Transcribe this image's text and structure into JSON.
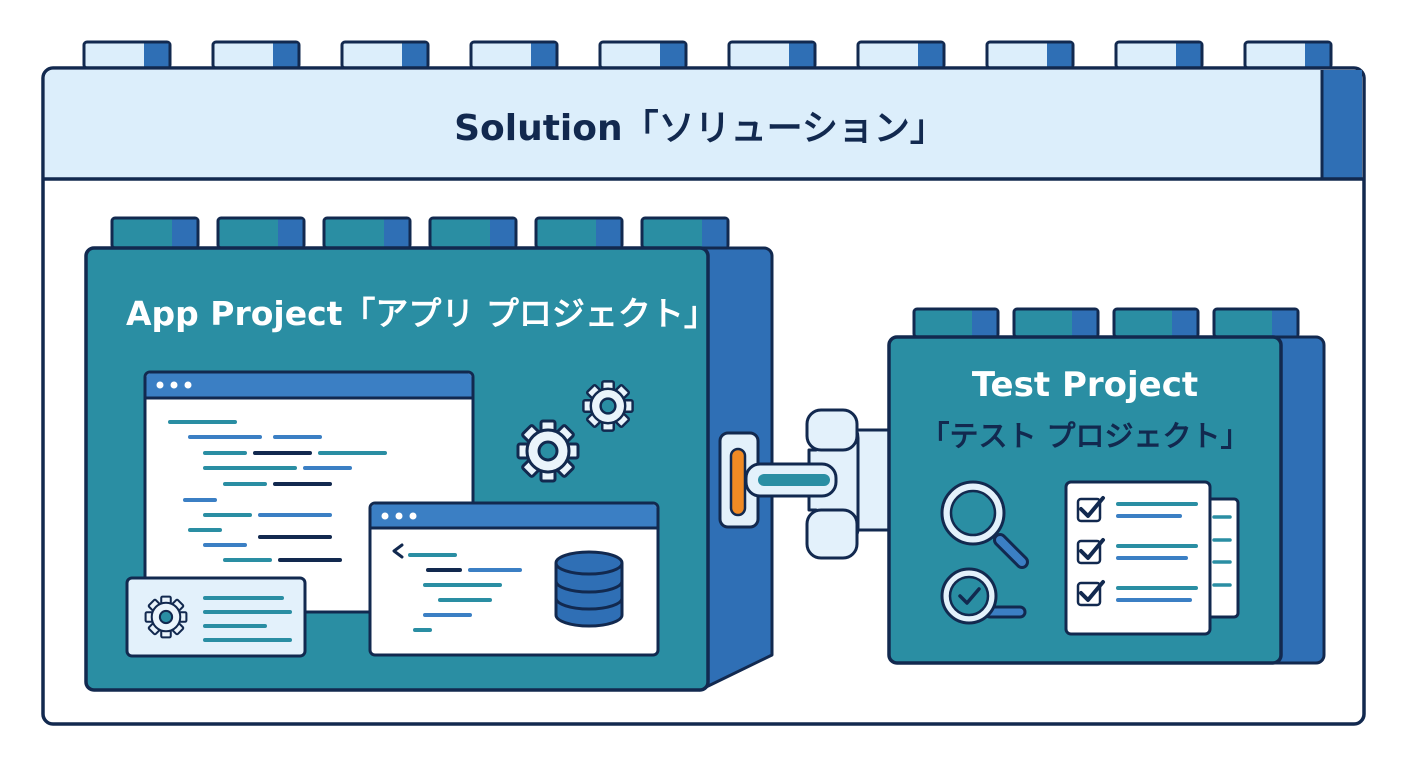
{
  "solution": {
    "title": "Solution「ソリューション」"
  },
  "app_project": {
    "title": "App Project「アプリ プロジェクト」"
  },
  "test_project": {
    "title_line1": "Test Project",
    "title_line2": "「テスト プロジェクト」"
  },
  "colors": {
    "outline": "#12294f",
    "solution_band": "#dceefb",
    "project_teal": "#2a8ea3",
    "project_side": "#2f6fb5",
    "accent_light": "#e3f1fb",
    "accent_blue": "#3b7fc4",
    "connector_orange": "#f08a24"
  },
  "icons": [
    "gear-icon",
    "database-icon",
    "magnifier-icon",
    "check-magnifier-icon",
    "checklist-icon",
    "connector-icon"
  ]
}
